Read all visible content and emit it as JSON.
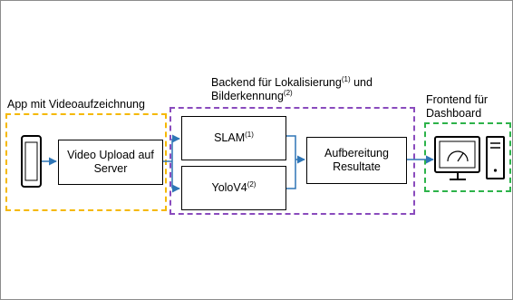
{
  "colors": {
    "app_group": "#f5b800",
    "backend_group": "#8a4bbd",
    "frontend_group": "#2db34a",
    "arrows": "#2e75b6"
  },
  "groups": {
    "app": {
      "label": "App mit Videoaufzeichnung"
    },
    "backend": {
      "label_line1": "Backend für Lokalisierung",
      "label_line1_sup": "(1)",
      "label_line1_tail": " und",
      "label_line2": "Bilderkennung",
      "label_line2_sup": "(2)"
    },
    "frontend": {
      "label_line1": "Frontend für",
      "label_line2": "Dashboard"
    }
  },
  "boxes": {
    "upload": {
      "line1": "Video Upload auf",
      "line2": "Server"
    },
    "slam": {
      "label": "SLAM",
      "sup": "(1)"
    },
    "yolo": {
      "label": "YoloV4",
      "sup": "(2)"
    },
    "results": {
      "line1": "Aufbereitung",
      "line2": "Resultate"
    }
  },
  "icons": {
    "phone": "smartphone-icon",
    "monitor": "monitor-icon",
    "tower": "pc-tower-icon"
  }
}
